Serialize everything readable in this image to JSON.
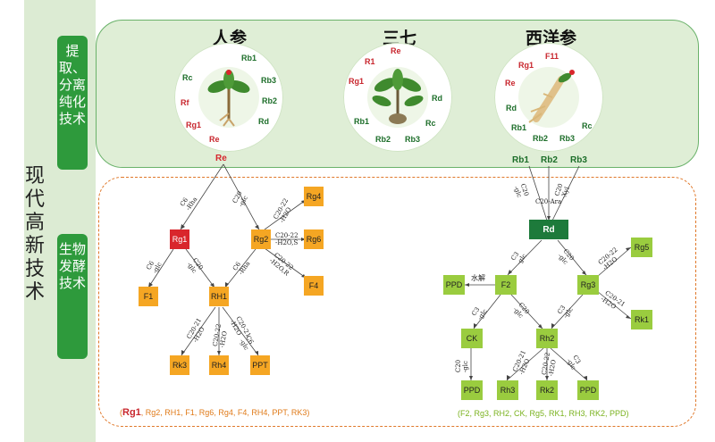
{
  "side": {
    "title": "现代高新技术",
    "pill_top": "提取、分离纯化技术",
    "pill_bottom": "生物发酵技术"
  },
  "plants": [
    {
      "name": "人参",
      "ring": [
        {
          "t": "Rb1",
          "c": "g"
        },
        {
          "t": "Rb3",
          "c": "g"
        },
        {
          "t": "Rb2",
          "c": "g"
        },
        {
          "t": "Rd",
          "c": "g"
        },
        {
          "t": "Re",
          "c": "r"
        },
        {
          "t": "Rg1",
          "c": "r"
        },
        {
          "t": "Rf",
          "c": "r"
        },
        {
          "t": "Rc",
          "c": "g"
        }
      ]
    },
    {
      "name": "三七",
      "ring": [
        {
          "t": "Re",
          "c": "r"
        },
        {
          "t": "Rg1",
          "c": "r"
        },
        {
          "t": "Rb1",
          "c": "g"
        },
        {
          "t": "Rb2",
          "c": "g"
        },
        {
          "t": "Rb3",
          "c": "g"
        },
        {
          "t": "Rc",
          "c": "g"
        },
        {
          "t": "Rd",
          "c": "g"
        },
        {
          "t": "R1",
          "c": "r"
        }
      ]
    },
    {
      "name": "西洋参",
      "ring": [
        {
          "t": "F11",
          "c": "r"
        },
        {
          "t": "Rg1",
          "c": "r"
        },
        {
          "t": "Re",
          "c": "r"
        },
        {
          "t": "Rd",
          "c": "g"
        },
        {
          "t": "Rb1",
          "c": "g"
        },
        {
          "t": "Rb2",
          "c": "g"
        },
        {
          "t": "Rb3",
          "c": "g"
        },
        {
          "t": "Rc",
          "c": "g"
        }
      ]
    }
  ],
  "left_tree": {
    "root": "Re",
    "nodes": {
      "rg1": "Rg1",
      "rg2": "Rg2",
      "rg4": "Rg4",
      "rg6": "Rg6",
      "f1": "F1",
      "rh1": "RH1",
      "f4": "F4",
      "rk3": "Rk3",
      "rh4": "Rh4",
      "ppt": "PPT"
    },
    "annotations": [
      "C6\n-Rha",
      "C20\n-glc",
      "C20-22\n-H2O",
      "C6\n-glc",
      "C20\n-glc",
      "C6\n-Rha",
      "C20-22\n-H2O,S",
      "C20-22\n-H2O,R",
      "C20-21\n-H2O",
      "C20-22\n-H2O",
      "C20-21\n-H2O",
      "C6\n-glc"
    ],
    "summary_lead": "Rg1",
    "summary_rest": ", Rg2, RH1, F1, Rg6, Rg4, F4, RH4, PPT, RK3)",
    "summary_open": "("
  },
  "right_tree": {
    "roots": [
      "Rb1",
      "Rb2",
      "Rb3"
    ],
    "nodes": {
      "rd": "Rd",
      "ppd1": "PPD",
      "f2": "F2",
      "rg3": "Rg3",
      "rg5": "Rg5",
      "rk1": "Rk1",
      "ck": "CK",
      "rh2": "Rh2",
      "ppd2": "PPD",
      "rh3": "Rh3",
      "rk2": "Rk2",
      "ppd3": "PPD"
    },
    "annotations": [
      "C20\n-glc",
      "C20-Ara",
      "C20\n-Xyl",
      "C3\n-glc",
      "C20\n-glc",
      "水解",
      "C20-22\n-H2O",
      "C20-21\n-H2O",
      "C3\n-glc",
      "C20\n-glc",
      "C3\n-glc",
      "C20\n-glc",
      "C20-21\n-H2O",
      "C20-22\n-H2O",
      "C3\n-glc"
    ],
    "summary": "(F2, Rg3, RH2, CK, Rg5, RK1, RH3, RK2, PPD)"
  },
  "colors": {
    "orange": "#f5a623",
    "red": "#d9262c",
    "lime": "#9acc3f",
    "dark_green": "#1d7a3b",
    "pill_green": "#2e9a3c",
    "panel_green": "#dfeed6",
    "dash_orange": "#e0782a"
  }
}
